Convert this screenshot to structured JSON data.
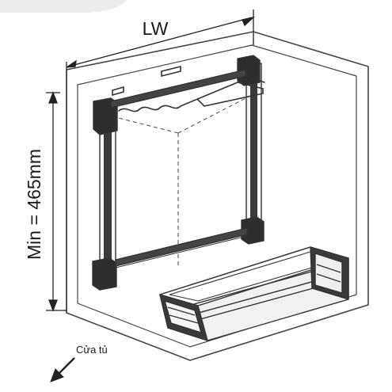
{
  "dimensions": {
    "width_label": "LW",
    "height_label": "Min = 465mm"
  },
  "direction": {
    "label": "Cửa tủ",
    "arrow_icon": "arrow-down-left-icon"
  },
  "colors": {
    "line": "#444444",
    "frame": "#3a3a3a",
    "basket_fill": "#e8e8e8",
    "top_corner_shadow": "#e6e6e6"
  }
}
